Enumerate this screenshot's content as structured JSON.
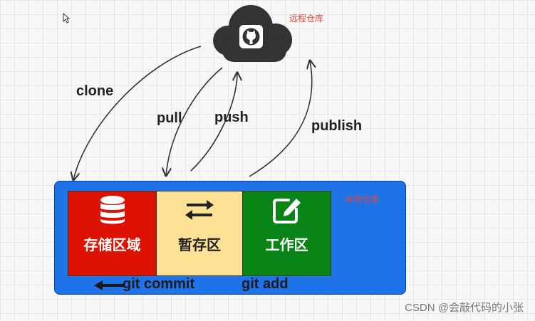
{
  "remote": {
    "label": "远程仓库",
    "icon": "github-icon",
    "cloud_color": "#333333"
  },
  "operations": {
    "clone": "clone",
    "pull": "pull",
    "push": "push",
    "publish": "publish"
  },
  "local": {
    "label": "本地仓库",
    "box_color": "#1f73e8",
    "zones": [
      {
        "label": "存储区域",
        "icon": "database-icon",
        "color": "#dd1203"
      },
      {
        "label": "暂存区",
        "icon": "swap-arrows-icon",
        "color": "#fde194"
      },
      {
        "label": "工作区",
        "icon": "edit-icon",
        "color": "#098416"
      }
    ]
  },
  "commands": {
    "commit": "git commit",
    "add": "git add"
  },
  "watermark": "CSDN @会敲代码的小张"
}
